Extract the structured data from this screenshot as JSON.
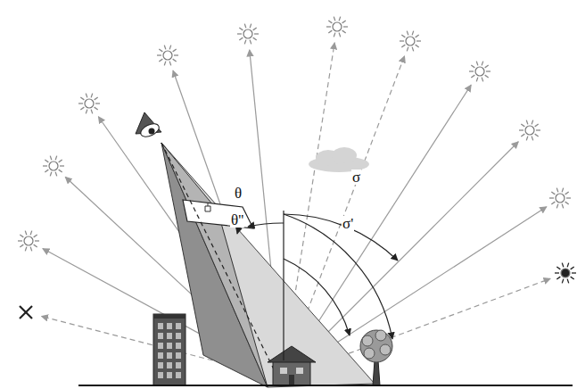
{
  "diagram": {
    "labels": [
      "θ",
      "θ''",
      "σ",
      "σ'"
    ]
  }
}
